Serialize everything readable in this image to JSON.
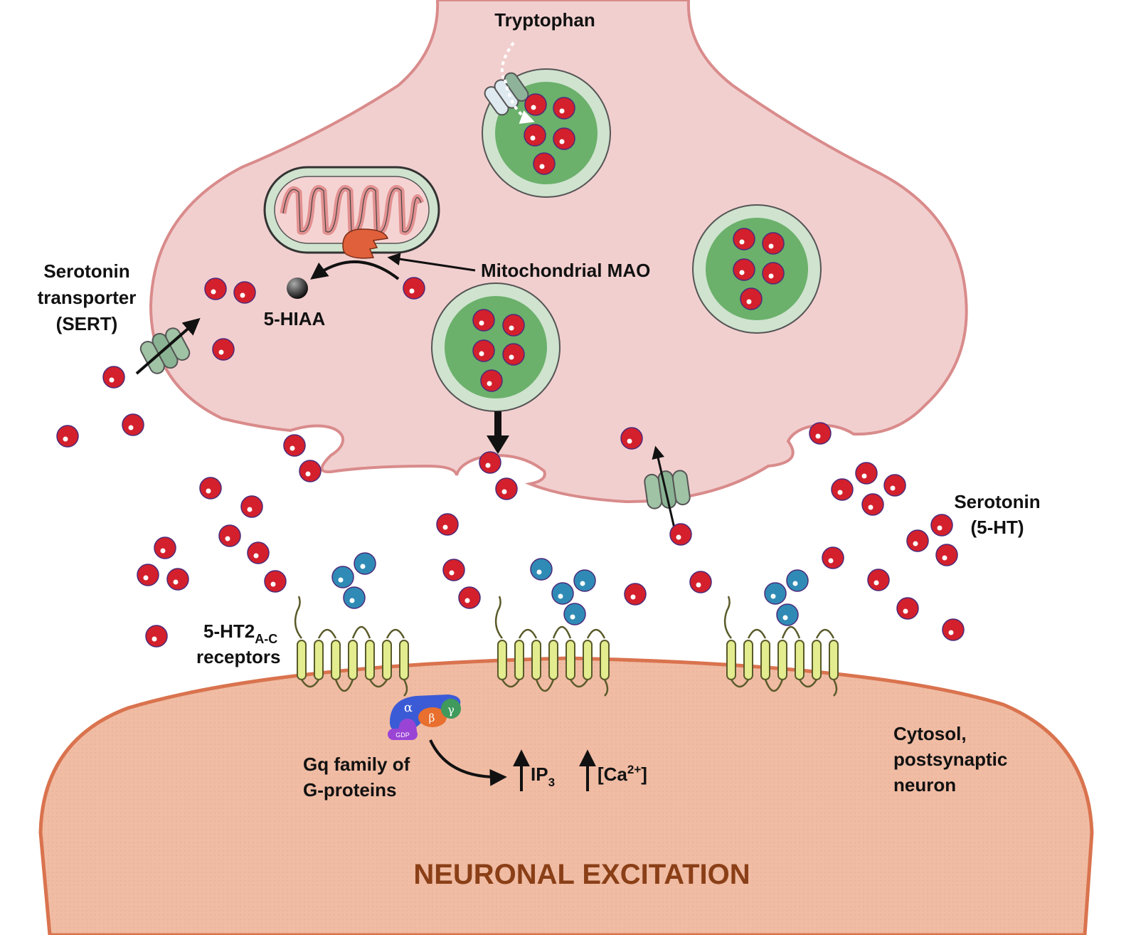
{
  "labels": {
    "tryptophan": "Tryptophan",
    "mitochondrial_mao": "Mitochondrial MAO",
    "hiaa": "5-HIAA",
    "sert": [
      "Serotonin",
      "transporter",
      "(SERT)"
    ],
    "serotonin": [
      "Serotonin",
      "(5-HT)"
    ],
    "receptors_main": "5-HT2",
    "receptors_sub": "A-C",
    "receptors_line2": "receptors",
    "gq": [
      "Gq family of",
      "G-proteins"
    ],
    "ip3_main": "IP",
    "ip3_sub": "3",
    "ca_open": "[Ca",
    "ca_sup": "2+",
    "ca_close": "]",
    "cytosol": [
      "Cytosol,",
      "postsynaptic",
      "neuron"
    ],
    "excitation": "NEURONAL EXCITATION",
    "alpha": "α",
    "beta": "β",
    "gamma": "γ",
    "gdp": "GDP"
  },
  "colors": {
    "presynaptic_fill": "#f2cfcf",
    "presynaptic_stroke": "#d98b8b",
    "postsynaptic_fill": "#f0bca4",
    "postsynaptic_stroke": "#d9734e",
    "excitation_text": "#8a3f17",
    "serotonin": "#d3202c",
    "receptor_ligand": "#2f8bb5",
    "vesicle_outer": "#cfe3cf",
    "vesicle_inner": "#6bb06b",
    "receptor": "#e3ec8e",
    "mao": "#e0603b",
    "g_alpha": "#3b5bd6",
    "g_beta": "#e86f2e",
    "g_gamma": "#3f9a5c",
    "gdp": "#9a44d6"
  },
  "icons": [
    "mitochondrion-icon",
    "vesicle-icon",
    "transporter-icon",
    "receptor-icon",
    "g-protein-icon",
    "arrow-icon"
  ]
}
